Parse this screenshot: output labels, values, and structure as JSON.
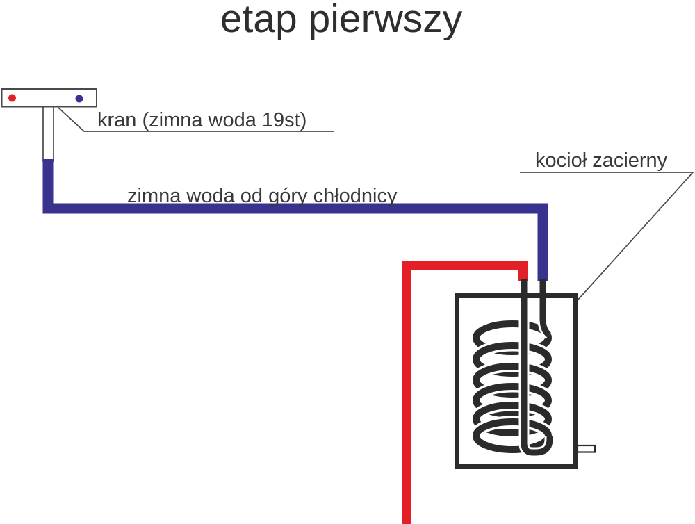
{
  "title": "etap pierwszy",
  "diagram": {
    "tap_label": "kran (zimna woda 19st)",
    "cold_pipe_label": "zimna woda od góry chłodnicy",
    "kettle_label": "kocioł zacierny"
  },
  "colors": {
    "red": "#e32028",
    "blue": "#38338f",
    "ink": "#2b2b2b",
    "outline": "#4a4a4a"
  }
}
